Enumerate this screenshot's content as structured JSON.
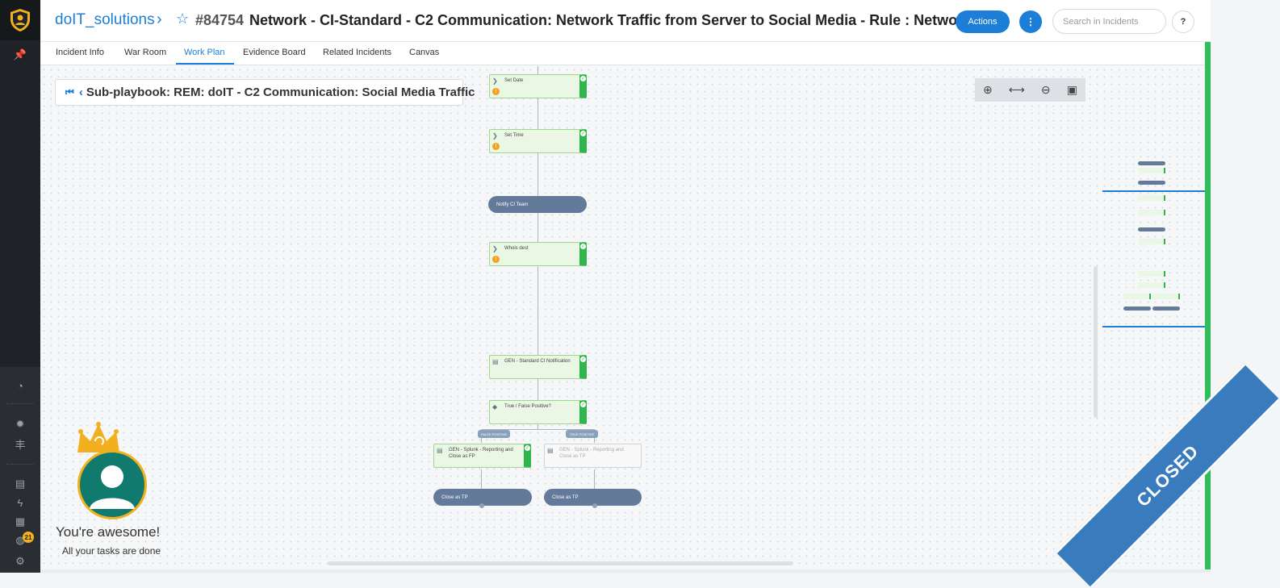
{
  "header": {
    "brand": "doIT_solutions",
    "incident_id": "#84754",
    "incident_title": "Network - CI-Standard - C2 Communication: Network Traffic from Server to Social Media - Rule : Netwo...",
    "actions_label": "Actions",
    "more_label": "⋮",
    "search_placeholder": "Search in Incidents",
    "help_label": "?"
  },
  "tabs": [
    {
      "label": "Incident Info"
    },
    {
      "label": "War Room"
    },
    {
      "label": "Work Plan",
      "active": true
    },
    {
      "label": "Evidence Board"
    },
    {
      "label": "Related Incidents"
    },
    {
      "label": "Canvas"
    }
  ],
  "subplaybook": {
    "title": "Sub-playbook: REM: doIT - C2 Communication: Social Media Traffic"
  },
  "workflow": {
    "nodes": {
      "set_date": "Set Date",
      "set_time": "Set Time",
      "notify": "Notify CI Team",
      "whois": "Whois dest",
      "gen_std": "GEN - Standard CI Notification",
      "true_false": "True / False Positive?",
      "gen_fp": "GEN - Splunk - Reporting and Close as FP",
      "gen_tp": "GEN - Splunk - Reporting and Close as TP",
      "close1": "Close as TP",
      "close2": "Close as TP"
    },
    "branch_labels": {
      "false_positive": "FALSE POSITIVE",
      "true_positive": "TRUE POSITIVE"
    }
  },
  "celebration": {
    "title": "You're awesome!",
    "subtitle": "All your tasks are done"
  },
  "status_ribbon": "CLOSED",
  "nav": {
    "badge_count": "21"
  },
  "colors": {
    "accent": "#1c7ed6",
    "success": "#2fb54c",
    "pill": "#637a9b",
    "ribbon": "#3a7bbd"
  }
}
